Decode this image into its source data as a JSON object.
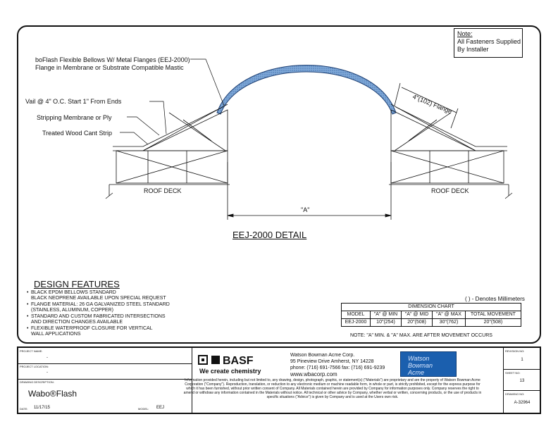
{
  "note": {
    "title": "Note:",
    "lines": [
      "All Fasteners Supplied",
      "By Installer"
    ]
  },
  "callouts": {
    "c1a": "boFlash Flexible Bellows W/ Metal Flanges (EEJ-2000)",
    "c1b": "Flange in Membrane or Substrate Compatible Mastic",
    "c2": "Vail @ 4\" O.C. Start 1\" From Ends",
    "c3": "Stripping Membrane or Ply",
    "c4": "Treated Wood Cant Strip"
  },
  "flange_label": "4\"(102) Flange",
  "roof_deck_left": "ROOF DECK",
  "roof_deck_right": "ROOF DECK",
  "dim_a": "\"A\"",
  "detail_title": "EEJ-2000 DETAIL",
  "design_features": {
    "title": "DESIGN FEATURES",
    "items": [
      {
        "l1": "BLACK EPDM BELLOWS STANDARD",
        "l2": "BLACK NEOPRENE AVAILABLE UPON SPECIAL REQUEST"
      },
      {
        "l1": "FLANGE MATERIAL: 26 GA GALVANIZED STEEL STANDARD",
        "l2": "(STAINLESS, ALUMINUM, COPPER)"
      },
      {
        "l1": "STANDARD AND CUSTOM FABRICATED INTERSECTIONS",
        "l2": "AND DIRECTION CHANGES AVAILABLE"
      },
      {
        "l1": "FLEXIBLE WATERPROOF CLOSURE FOR VERTICAL",
        "l2": "WALL APPLICATIONS"
      }
    ]
  },
  "mm_note": "( ) - Denotes Millimeters",
  "dimension_chart": {
    "title": "DIMENSION CHART",
    "headers": [
      "MODEL",
      "\"A\" @ MIN",
      "\"A\" @ MID",
      "\"A\" @ MAX",
      "TOTAL MOVEMENT"
    ],
    "row": [
      "EEJ-2000",
      "10\"(254)",
      "20\"(508)",
      "30\"(762)",
      "20\"(508)"
    ],
    "note": "NOTE: \"A\" MIN. & \"A\" MAX. ARE AFTER MOVEMENT OCCURS"
  },
  "title_block": {
    "project_name_label": "PROJECT NAME:",
    "project_name": "-",
    "project_location_label": "PROJECT LOCATION:",
    "project_location": "-",
    "drawing_description_label": "DRAWING DESCRIPTION:",
    "drawing_description": "Wabo®Flash",
    "date_label": "DATE:",
    "date": "11/17/15",
    "model_label": "MODEL:",
    "model": "EEJ",
    "basf": "BASF",
    "basf_tagline": "We create chemistry",
    "company": "Watson Bowman Acme Corp.",
    "address": "95 Pineview Drive Amherst, NY 14228",
    "phone": "phone: (716) 691-7566  fax: (716) 691-9239",
    "web": "www.wbacorp.com",
    "wba_logo": [
      "Watson",
      "Bowman",
      "Acme"
    ],
    "legal": "Information provided herein, including but not limited to, any drawing, design, photograph, graphic, or statement(s) (\"Materials\") are proprietary and are the property of Watson Bowman Acme Corporation (\"Company\").  Reproduction, translation, or reduction to any electronic medium or machine readable form, in whole or part, is strictly prohibited, except for the express purpose for which it has been furnished, without prior written consent of Company.  All Materials contained herein are provided by Company for information purposes only.  Company reserves the right to amend or withdraw any information contained in the Materials without notice.  All technical or other advice by Company, whether verbal or written, concerning products, or the use of products in specific situations (\"Advice\") is given by Company and is used at the Users own risk.",
    "revision_label": "REVISION NO:",
    "revision": "1",
    "sheet_label": "SHEET NO:",
    "sheet": "13",
    "drawing_no_label": "DRAWING NO:",
    "drawing_no": "A-32964"
  }
}
